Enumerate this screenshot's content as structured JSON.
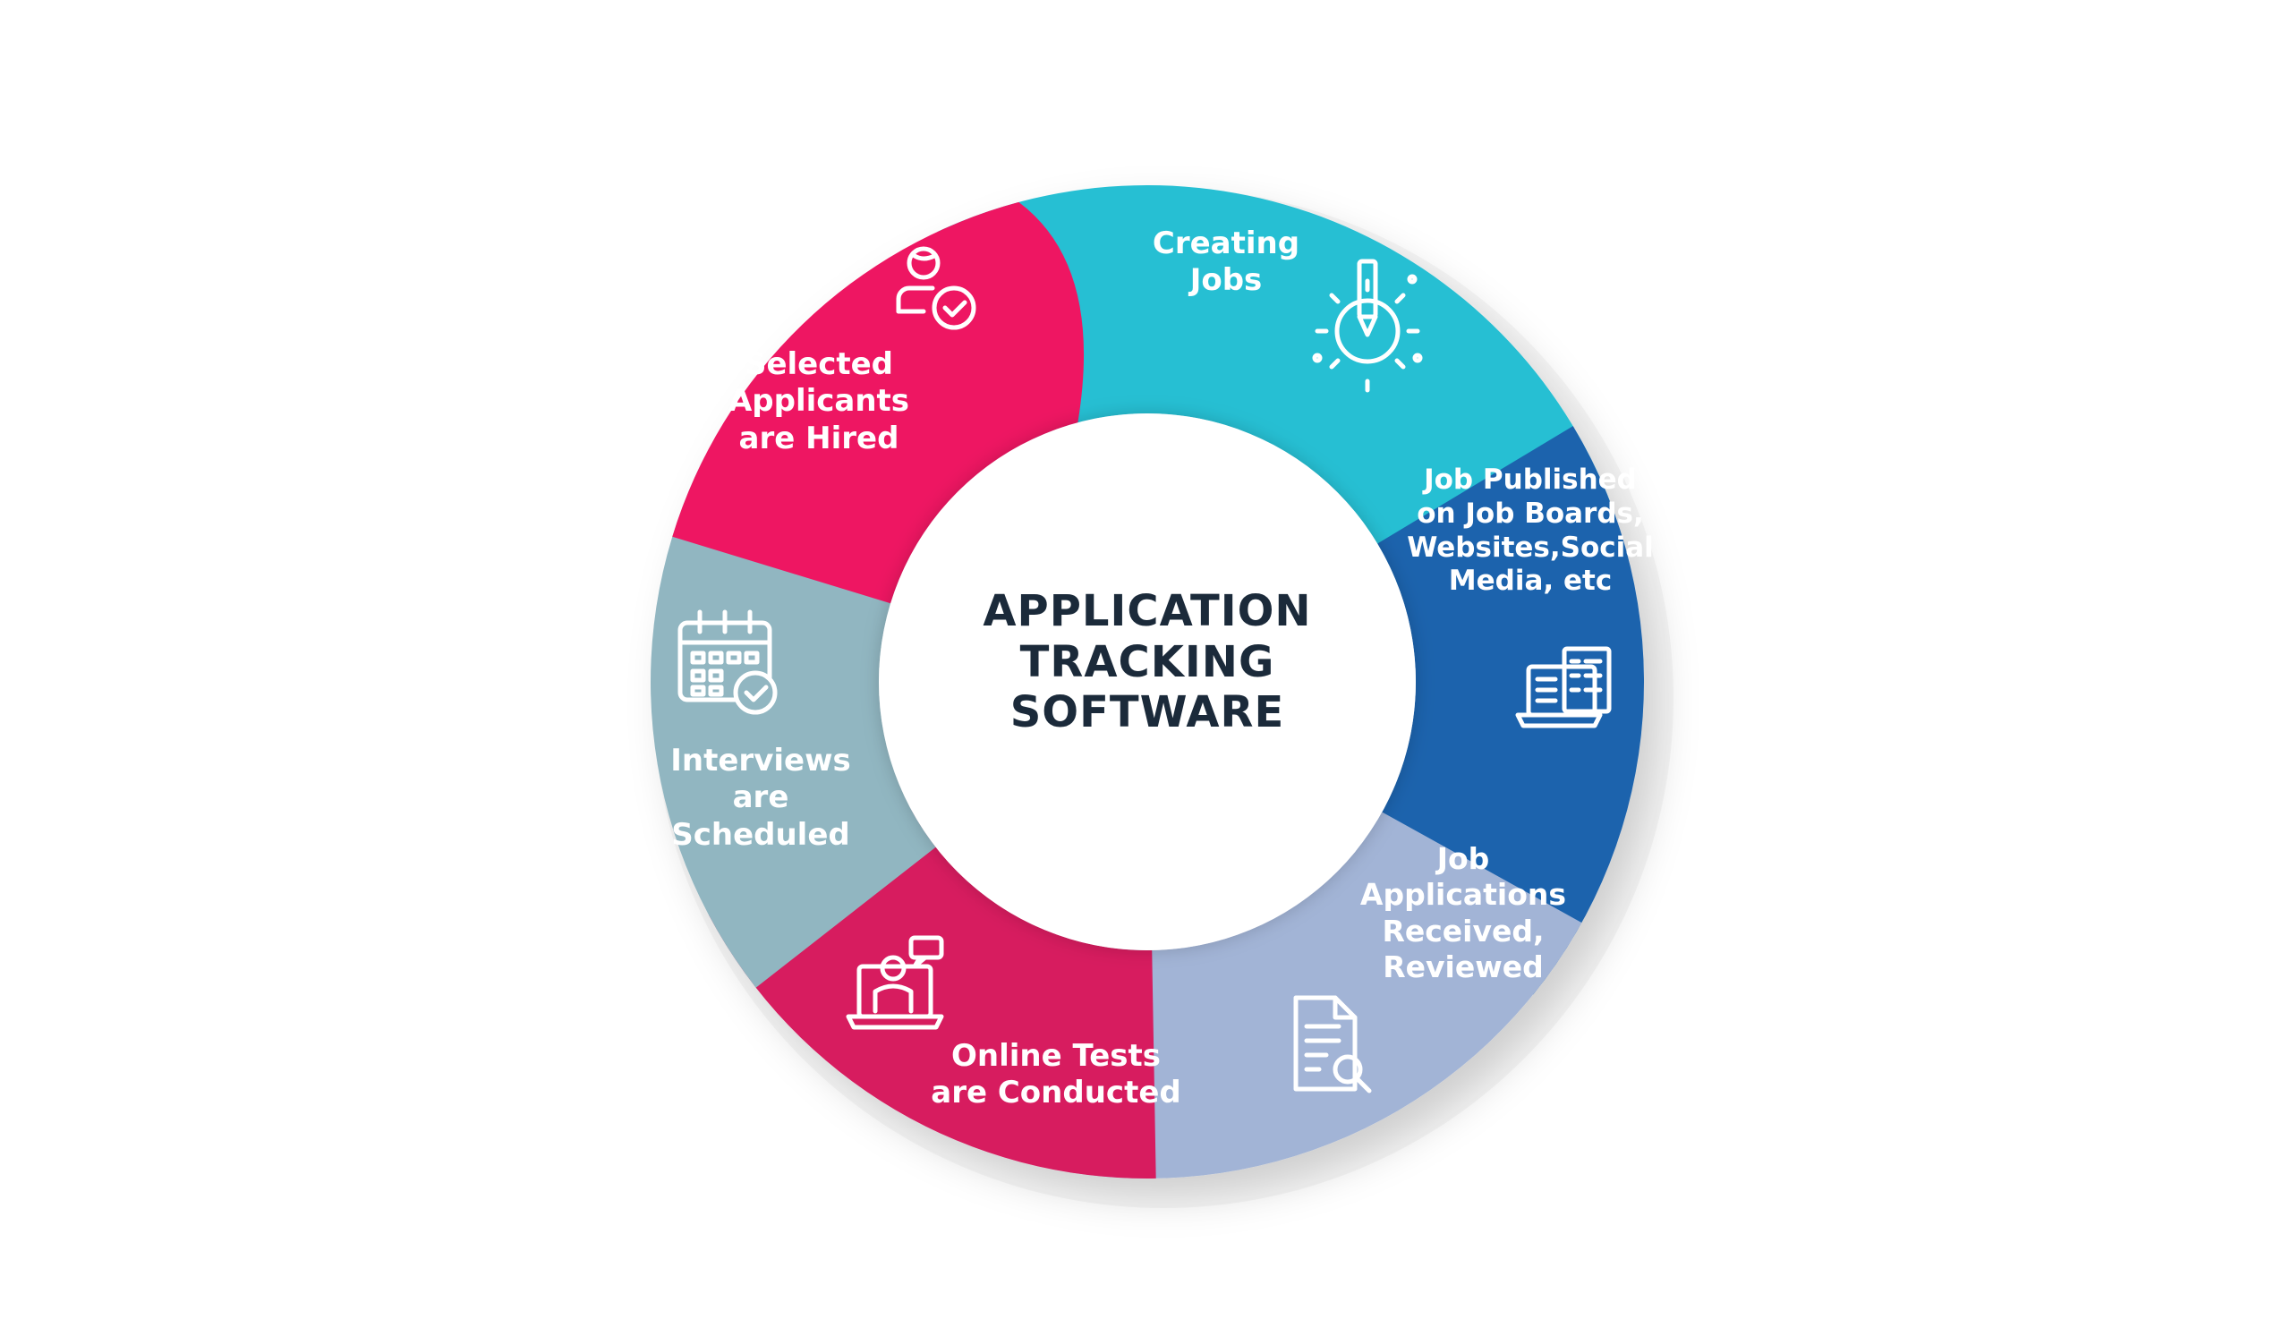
{
  "title": "APPLICATION\nTRACKING\nSOFTWARE",
  "colors": {
    "text_dark": "#1b2a3a",
    "creating": "#25bfd3",
    "published": "#1c63ad",
    "received": "#a2b4d6",
    "tests": "#d71a5e",
    "interviews": "#91b6c1",
    "hired": "#ee1762"
  },
  "stages": [
    {
      "id": "creating",
      "label": "Creating\nJobs",
      "icon": "pencil-gear-icon"
    },
    {
      "id": "published",
      "label": "Job Published\non Job Boards,\nWebsites,Social\nMedia, etc",
      "icon": "laptop-checklist-icon"
    },
    {
      "id": "received",
      "label": "Job\nApplications\nReceived,\nReviewed",
      "icon": "document-search-icon"
    },
    {
      "id": "tests",
      "label": "Online Tests\nare Conducted",
      "icon": "laptop-person-chat-icon"
    },
    {
      "id": "interviews",
      "label": "Interviews\nare\nScheduled",
      "icon": "calendar-check-icon"
    },
    {
      "id": "hired",
      "label": "Selected\nApplicants\nare Hired",
      "icon": "person-check-icon"
    }
  ]
}
